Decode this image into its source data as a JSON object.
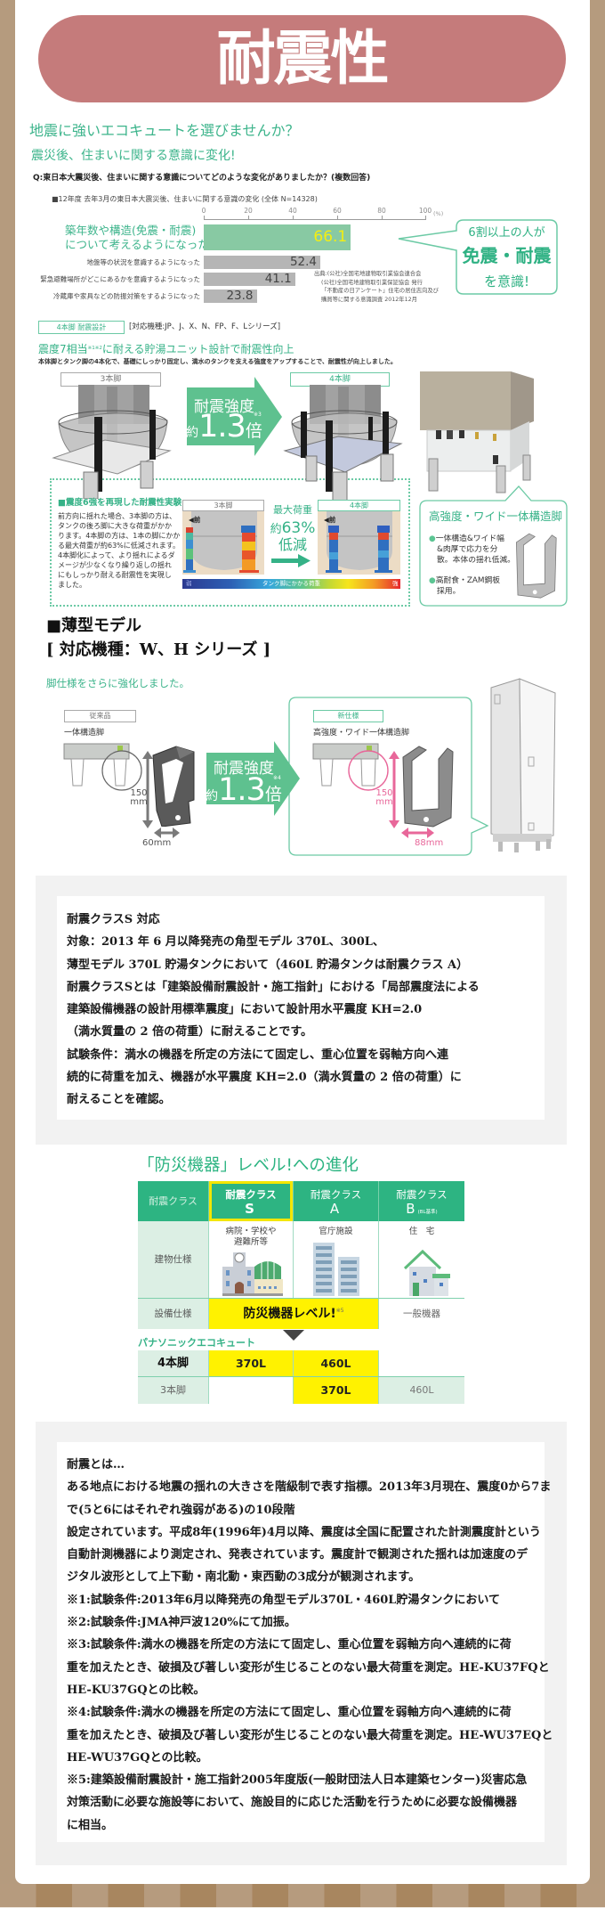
{
  "page": {
    "title": "耐震性"
  },
  "theme": {
    "teal": "#35b287",
    "title_pill": "#c57b7b",
    "frame_tan": "#b59b7e",
    "highlight_yellow": "#fff200",
    "table_header": "#2db482",
    "table_label_bg": "#dcefe4",
    "arrow_green": "#5ec18f",
    "dimension_pink": "#e8679a"
  },
  "intro": {
    "heading": "地震に強いエコキュートを選びませんか？",
    "subheading": "震災後、住まいに関する意識に変化!",
    "question": "Q:東日本大震災後、住まいに関する意識についてどのような変化がありましたか？(複数回答)"
  },
  "survey": {
    "chart_title": "■12年度 去年3月の東日本大震災後、住まいに関する意識の変化 (全体 N=14328)",
    "unit": "(%)",
    "bars": [
      {
        "label_lines": [
          "築年数や構造(免震・耐震)",
          "について考えるようになった"
        ]
      },
      {
        "label": "地盤等の状況を意識するようになった"
      },
      {
        "label": "緊急避難場所がどこにあるかを意識するようになった"
      },
      {
        "label": "冷蔵庫や家具などの防振対策をするようになった"
      }
    ],
    "source_lines": [
      "出典:(公社)全国宅地建物取引業協会連合会",
      "(公社)全国宅地建物取引業保証協会 発行",
      "「不動産の日アンケート」住宅の居住志向及び",
      "購買等に関する意識調査 2012年12月"
    ],
    "callout_lines": [
      "6割以上の人が",
      "免震・耐震",
      "を意識!"
    ]
  },
  "chart_data": {
    "type": "bar",
    "orientation": "horizontal",
    "title": "■12年度 去年3月の東日本大震災後、住まいに関する意識の変化 (全体 N=14328)",
    "categories": [
      "築年数や構造(免震・耐震)について考えるようになった",
      "地盤等の状況を意識するようになった",
      "緊急避難場所がどこにあるかを意識するようになった",
      "冷蔵庫や家具などの防振対策をするようになった"
    ],
    "values": [
      66.1,
      52.4,
      41.1,
      23.8
    ],
    "xlabel": "(%)",
    "ylabel": "",
    "xlim": [
      0,
      100
    ],
    "xticks": [
      0,
      20,
      40,
      60,
      80,
      100
    ],
    "grid": false,
    "legend": "none",
    "highlight_index": 0,
    "colors": [
      "#88c9a3",
      "#b5b5b5",
      "#b5b5b5",
      "#b5b5b5"
    ]
  },
  "four_leg": {
    "tag": "4本脚 耐震設計",
    "models": "[対応機種:JP、J、X、N、FP、F、Lシリーズ]",
    "headline_pre": "震度7相当",
    "headline_note": "※1※2",
    "headline_post": "に耐える貯湯ユニット設計で耐震性向上",
    "description": "本体脚とタンク脚の4本化で、基礎にしっかり固定し、満水のタンクを支える強度をアップすることで、耐震性が向上しました。",
    "before_label": "3本脚",
    "after_label": "4本脚",
    "strength": {
      "line1": "耐震強度",
      "prefix": "約",
      "number": "1.3",
      "suffix": "倍",
      "note": "※3"
    },
    "experiment": {
      "title": "■震度6強を再現した耐震性実験",
      "body_lines": [
        "前方向に揺れた場合、3本脚の方は、",
        "タンクの後ろ脚に大きな荷重がかか",
        "ります。4本脚の方は、1本の脚にかか",
        "る最大荷重が約63%に低減されます。",
        "4本脚化によって、より揺れによるダ",
        "メージが少なくなり繰り返しの揺れ",
        "にもしっかり耐える耐震性を実現し",
        "ました。"
      ],
      "before_label": "3本脚",
      "after_label": "4本脚",
      "front_marker": "◀前",
      "result_line1": "最大荷重",
      "result_prefix": "約",
      "result_value": "63%",
      "result_line3": "低減",
      "scale": {
        "weak": "弱",
        "label": "タンク脚にかかる荷重",
        "strong": "強"
      }
    },
    "leg_callout": {
      "title": "高強度・ワイド一体構造脚",
      "bullet_mark": "●",
      "bullet1_lines": [
        "一体構造&ワイド幅",
        "&肉厚で応力を分",
        "散。本体の揺れ低減。"
      ],
      "bullet2_lines": [
        "高耐食・ZAM鋼板",
        "採用。"
      ]
    }
  },
  "thin_model": {
    "title": "■薄型モデル",
    "models": "[ 対応機種：W、H シリーズ ]",
    "subheading": "脚仕様をさらに強化しました。",
    "before": {
      "tag": "従来品",
      "name": "一体構造脚",
      "height_value": "150",
      "height_unit": "mm",
      "width": "60mm"
    },
    "after": {
      "tag": "新仕様",
      "name": "高強度・ワイド一体構造脚",
      "height_value": "150",
      "height_unit": "mm",
      "width": "88mm"
    },
    "strength": {
      "line1": "耐震強度",
      "prefix": "約",
      "number": "1.3",
      "suffix": "倍",
      "note": "※4"
    }
  },
  "notice_class_s": {
    "lines": [
      "耐震クラスS 対応",
      "対象：2013 年 6 月以降発売の角型モデル 370L、300L、",
      "薄型モデル 370L 貯湯タンクにおいて（460L 貯湯タンクは耐震クラス A）",
      "耐震クラスSとは「建築設備耐震設計・施工指針」における「局部震度法による",
      "建築設備機器の設計用標準震度」において設計用水平震度 KH=2.0",
      "（満水質量の 2 倍の荷重）に耐えることです。",
      "試験条件：満水の機器を所定の方法にて固定し、重心位置を弱軸方向へ連",
      "続的に荷重を加え、機器が水平震度 KH=2.0（満水質量の 2 倍の荷重）に",
      "耐えることを確認。"
    ]
  },
  "disaster_table": {
    "title": "「防災機器」レベル!への進化",
    "header": {
      "row_label": "耐震クラス",
      "columns": [
        {
          "line1": "耐震クラス",
          "line2": "S",
          "note": ""
        },
        {
          "line1": "耐震クラス",
          "line2": "A",
          "note": ""
        },
        {
          "line1": "耐震クラス",
          "line2": "B",
          "note": "(BL基準)"
        }
      ]
    },
    "building_row": {
      "label": "建物仕様",
      "cells": [
        {
          "lines": [
            "病院・学校や",
            "避難所等"
          ],
          "icon": "school-hospital-icon"
        },
        {
          "lines": [
            "官庁施設"
          ],
          "icon": "office-building-icon"
        },
        {
          "lines": [
            "住　宅"
          ],
          "icon": "house-icon"
        }
      ]
    },
    "equipment_row": {
      "label": "設備仕様",
      "highlight": "防災機器レベル!",
      "highlight_note": "※5",
      "general": "一般機器"
    },
    "brand": "パナソニックエコキュート",
    "product_rows": [
      {
        "label": "4本脚",
        "cells": [
          "370L",
          "460L",
          ""
        ]
      },
      {
        "label": "3本脚",
        "cells": [
          "",
          "370L",
          "460L"
        ]
      }
    ]
  },
  "notes": {
    "lines": [
      "耐震とは…",
      "ある地点における地震の揺れの大きさを階級制で表す指標。2013年3月現在、震度0から7ま",
      "で(5と6にはそれぞれ強弱がある)の10段階",
      "設定されています。平成8年(1996年)4月以降、震度は全国に配置された計測震度計という",
      "自動計測機器により測定され、発表されています。震度計で観測された揺れは加速度のデ",
      "ジタル波形として上下動・南北動・東西動の3成分が観測されます。",
      "※1:試験条件:2013年6月以降発売の角型モデル370L・460L貯湯タンクにおいて",
      "※2:試験条件:JMA神戸波120%にて加振。",
      "※3:試験条件:満水の機器を所定の方法にて固定し、重心位置を弱軸方向へ連続的に荷",
      "重を加えたとき、破損及び著しい変形が生じることのない最大荷重を測定。HE-KU37FQと",
      "HE-KU37GQとの比較。",
      "※4:試験条件:満水の機器を所定の方法にて固定し、重心位置を弱軸方向へ連続的に荷",
      "重を加えたとき、破損及び著しい変形が生じることのない最大荷重を測定。HE-WU37EQと",
      "HE-WU37GQとの比較。",
      "※5:建築設備耐震設計・施工指針2005年度版(一般財団法人日本建築センター)災害応急",
      "対策活動に必要な施設等において、施設目的に応じた活動を行うために必要な設備機器",
      "に相当。"
    ]
  }
}
